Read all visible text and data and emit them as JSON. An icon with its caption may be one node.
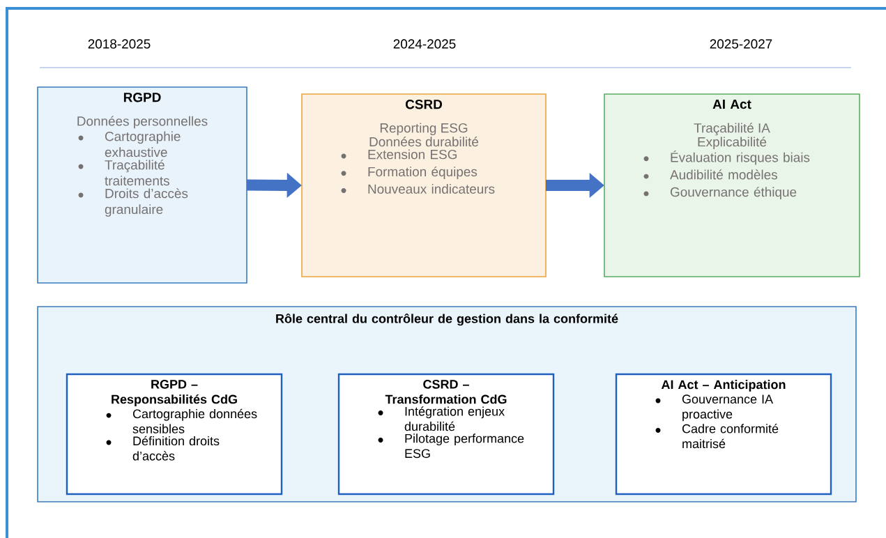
{
  "diagram": {
    "nodes": [
      {
        "text": [
          "RGPD",
          "Données personnelles",
          "Cartographie exhaustive",
          "Traçabilité traitements",
          "Droits d’accès granulaire"
        ]
      },
      {
        "text": [
          "CSRD",
          "Reporting ESG",
          "Données durabilité",
          "Extension ESG",
          "Formation équipes",
          "Nouveaux indicateurs"
        ]
      },
      {
        "text": [
          "AI Act",
          "Traçabilité IA",
          "Explicabilité",
          "Évaluation risques biais",
          "Audibilité modèles",
          "Gouvernance éthique"
        ]
      },
      {
        "text": [
          "Rôle central du contrôleur de gestion dans la conformité"
        ]
      },
      {
        "text": [
          "RGPD – Responsabilités CdG",
          "Cartographie données sensibles",
          "Définition droits d’accès"
        ],
        "in": 3
      },
      {
        "text": [
          "CSRD – Transformation CdG",
          "Intégration enjeux durabilité",
          "Pilotage performance ESG"
        ],
        "in": 3
      },
      {
        "text": [
          "AI Act – Anticipation",
          "Gouvernance IA proactive",
          "Cadre conformité maitrisé"
        ],
        "in": 3
      }
    ],
    "edges": [
      {
        "from": 0,
        "to": 1,
        "arrow": "to"
      },
      {
        "from": 1,
        "to": 2,
        "arrow": "to"
      }
    ],
    "labels": [
      "2018-2025",
      "2024-2025",
      "2025-2027"
    ]
  }
}
